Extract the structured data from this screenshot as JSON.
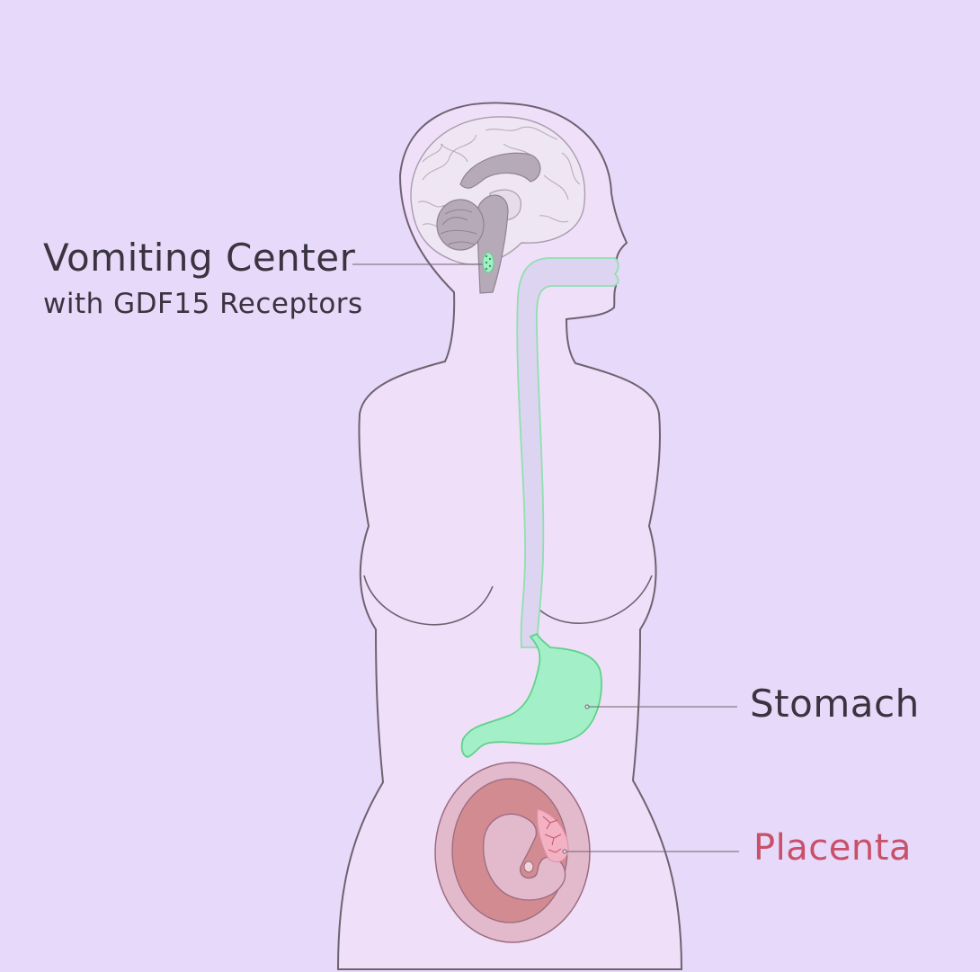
{
  "labels": {
    "vomiting_center": "Vomiting Center",
    "vomiting_center_sub": "with GDF15 Receptors",
    "stomach": "Stomach",
    "placenta": "Placenta"
  },
  "colors": {
    "background": "#e7d9f9",
    "body_fill": "#f0dff9",
    "outline": "#6e6270",
    "esophagus": "#ddd4f1",
    "gi_green": "#a3f0c8",
    "gi_green_stroke": "#5fd28a",
    "brain_gray": "#b7aab8",
    "uterus_outer": "#e3b9cc",
    "uterus_inner": "#d28b91",
    "placenta_text": "#c9506a"
  }
}
